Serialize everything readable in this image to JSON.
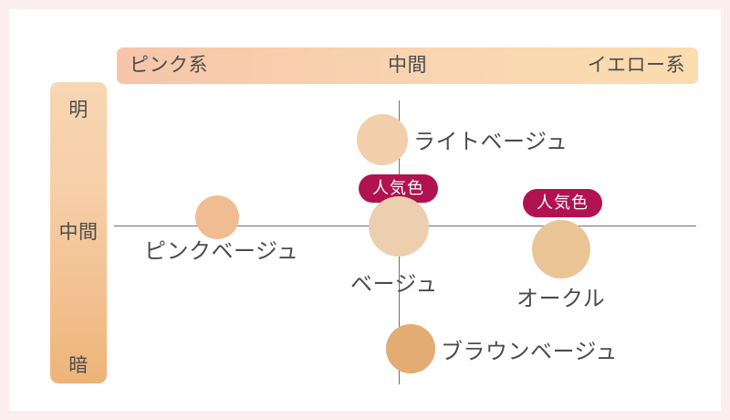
{
  "chart_data": {
    "type": "scatter",
    "title": "",
    "xlabel": "",
    "ylabel": "",
    "grid": false,
    "legend_position": "none",
    "x_axis": {
      "ticks": [
        "ピンク系",
        "中間",
        "イエロー系"
      ],
      "band_gradient": [
        "#f6c4a9",
        "#fbdcae"
      ]
    },
    "y_axis": {
      "ticks": [
        "明",
        "中間",
        "暗"
      ],
      "band_gradient": [
        "#f8d6b3",
        "#edb478"
      ]
    },
    "points": [
      {
        "label": "ライトベージュ",
        "x": "中間",
        "y": "明",
        "color": "#f2ceab",
        "radius": 28,
        "badge": null
      },
      {
        "label": "ピンクベージュ",
        "x": "ピンク系",
        "y": "中間",
        "color": "#f0bd92",
        "radius": 24,
        "badge": null
      },
      {
        "label": "ベージュ",
        "x": "中間",
        "y": "中間",
        "color": "#edceae",
        "radius": 33,
        "badge": "人気色"
      },
      {
        "label": "オークル",
        "x": "イエロー系",
        "y": "中間",
        "color": "#e9c596",
        "radius": 32,
        "badge": "人気色"
      },
      {
        "label": "ブラウンベージュ",
        "x": "中間",
        "y": "暗",
        "color": "#e2ac72",
        "radius": 27,
        "badge": null
      }
    ]
  },
  "axes": {
    "top_band": {
      "left_label": "ピンク系",
      "mid_label": "中間",
      "right_label": "イエロー系"
    },
    "left_band": {
      "top_label": "明",
      "mid_label": "中間",
      "bottom_label": "暗"
    }
  },
  "points": {
    "light_beige": {
      "label": "ライトベージュ",
      "color": "#f2ceab"
    },
    "pink_beige": {
      "label": "ピンクベージュ",
      "color": "#f0bd92"
    },
    "beige": {
      "label": "ベージュ",
      "color": "#edceae",
      "badge": "人気色"
    },
    "ochre": {
      "label": "オークル",
      "color": "#e9c596",
      "badge": "人気色"
    },
    "brown_beige": {
      "label": "ブラウンベージュ",
      "color": "#e2ac72"
    }
  },
  "colors": {
    "page_border": "#fceef0",
    "canvas": "#ffffff",
    "badge_bg": "#b11350",
    "axis_line": "#6e6e6e",
    "text": "#4c4c4c"
  }
}
